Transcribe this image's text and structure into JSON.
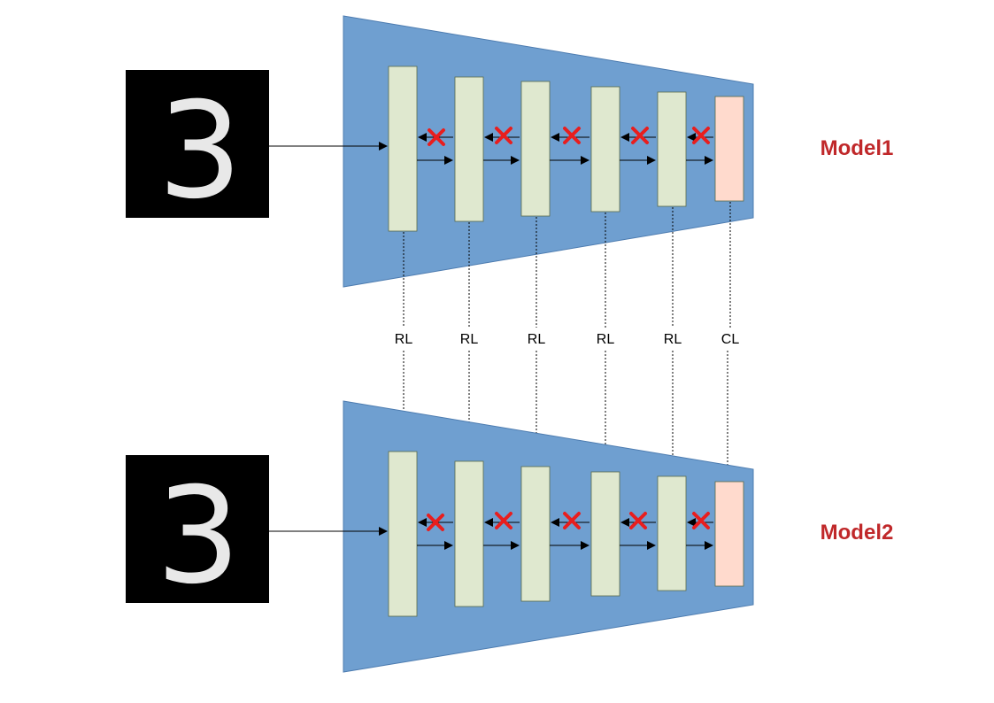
{
  "colors": {
    "trapezoid_fill": "#6f9fd0",
    "trapezoid_stroke": "#4d7cb0",
    "hidden_layer_fill": "#dfe8cf",
    "hidden_layer_stroke": "#5a6a4a",
    "classifier_layer_fill": "#ffdacd",
    "cross_color": "#e81e1e",
    "model_label_color": "#c0282a",
    "input_bg": "#000000",
    "digit_color": "#e8e8e8"
  },
  "models": [
    {
      "label": "Model1",
      "input_digit": "3"
    },
    {
      "label": "Model2",
      "input_digit": "3"
    }
  ],
  "connectors": [
    {
      "label": "RL"
    },
    {
      "label": "RL"
    },
    {
      "label": "RL"
    },
    {
      "label": "RL"
    },
    {
      "label": "RL"
    },
    {
      "label": "CL"
    }
  ],
  "icons": {
    "blocked_backward": "cross-icon",
    "forward": "arrow-right-icon",
    "backward": "arrow-left-icon"
  }
}
